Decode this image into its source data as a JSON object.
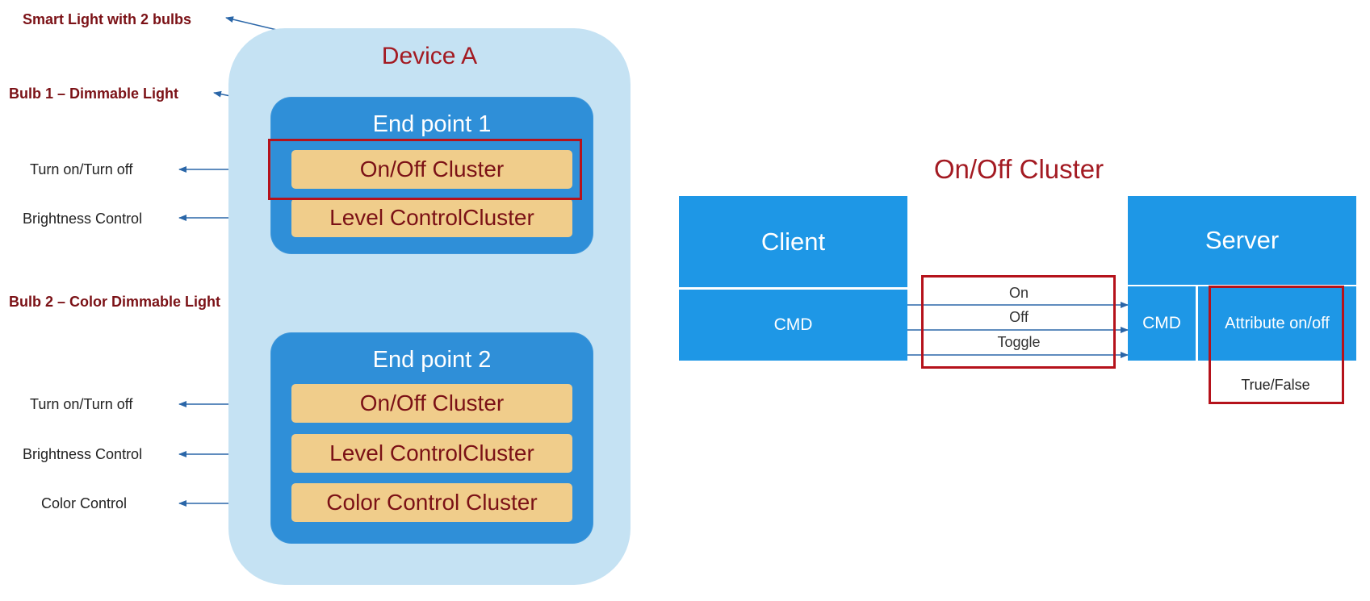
{
  "annotations": {
    "smart_light": "Smart Light with 2 bulbs",
    "bulb1": "Bulb 1 – Dimmable Light",
    "bulb2": "Bulb 2 – Color Dimmable Light",
    "ep1_onoff": "Turn on/Turn off",
    "ep1_level": "Brightness Control",
    "ep2_onoff": "Turn on/Turn off",
    "ep2_level": "Brightness Control",
    "ep2_color": "Color Control"
  },
  "device": {
    "title": "Device A",
    "endpoints": [
      {
        "title": "End point 1",
        "clusters": [
          "On/Off Cluster",
          "Level ControlCluster"
        ]
      },
      {
        "title": "End point 2",
        "clusters": [
          "On/Off Cluster",
          "Level ControlCluster",
          "Color Control Cluster"
        ]
      }
    ]
  },
  "cluster_diagram": {
    "title": "On/Off Cluster",
    "client": {
      "label": "Client",
      "cmd": "CMD"
    },
    "server": {
      "label": "Server",
      "cmd": "CMD",
      "attribute": "Attribute on/off",
      "attribute_value": "True/False"
    },
    "commands": [
      "On",
      "Off",
      "Toggle"
    ]
  },
  "colors": {
    "annotation_title": "#7b1116",
    "device_bg": "#c5e2f3",
    "endpoint_bg": "#2f8fd8",
    "cluster_bg": "#f0cd8b",
    "highlight_red": "#b5121b",
    "server_client_blue": "#1e97e6",
    "arrow": "#2a66a8"
  }
}
